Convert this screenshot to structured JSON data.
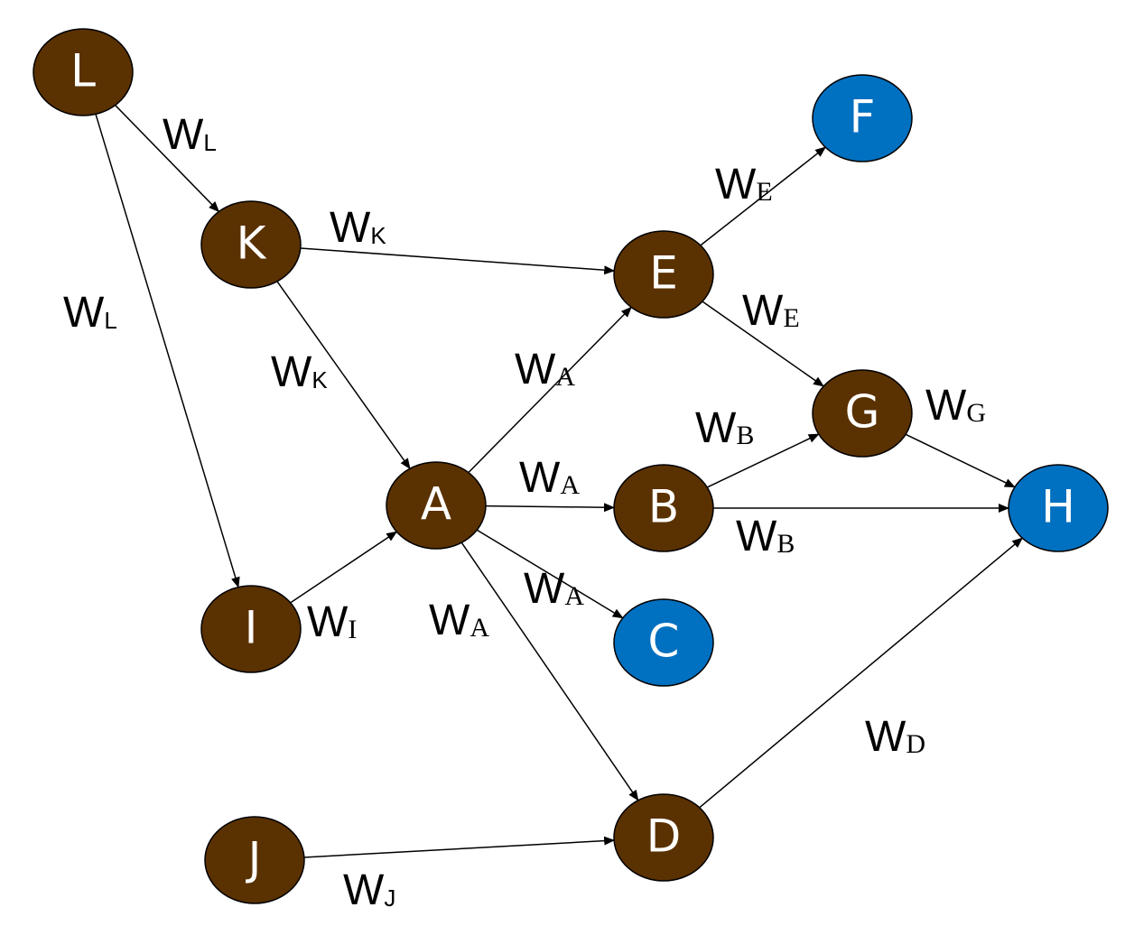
{
  "colors": {
    "internal_node": "#5a3100",
    "output_node": "#0070c0",
    "node_text": "#ffffff",
    "edge": "#000000"
  },
  "nodes": [
    {
      "id": "L",
      "label": "L",
      "kind": "internal"
    },
    {
      "id": "K",
      "label": "K",
      "kind": "internal"
    },
    {
      "id": "I",
      "label": "I",
      "kind": "internal"
    },
    {
      "id": "A",
      "label": "A",
      "kind": "internal"
    },
    {
      "id": "J",
      "label": "J",
      "kind": "internal"
    },
    {
      "id": "E",
      "label": "E",
      "kind": "internal"
    },
    {
      "id": "B",
      "label": "B",
      "kind": "internal"
    },
    {
      "id": "D",
      "label": "D",
      "kind": "internal"
    },
    {
      "id": "G",
      "label": "G",
      "kind": "internal"
    },
    {
      "id": "F",
      "label": "F",
      "kind": "output"
    },
    {
      "id": "C",
      "label": "C",
      "kind": "output"
    },
    {
      "id": "H",
      "label": "H",
      "kind": "output"
    }
  ],
  "edges": [
    {
      "from": "L",
      "to": "K",
      "w": "W",
      "sub": "L"
    },
    {
      "from": "L",
      "to": "I",
      "w": "W",
      "sub": "L"
    },
    {
      "from": "K",
      "to": "E",
      "w": "W",
      "sub": "K"
    },
    {
      "from": "K",
      "to": "A",
      "w": "W",
      "sub": "K"
    },
    {
      "from": "I",
      "to": "A",
      "w": "W",
      "sub": "I"
    },
    {
      "from": "A",
      "to": "E",
      "w": "W",
      "sub": "A"
    },
    {
      "from": "A",
      "to": "B",
      "w": "W",
      "sub": "A"
    },
    {
      "from": "A",
      "to": "C",
      "w": "W",
      "sub": "A"
    },
    {
      "from": "A",
      "to": "D",
      "w": "W",
      "sub": "A"
    },
    {
      "from": "E",
      "to": "F",
      "w": "W",
      "sub": "E"
    },
    {
      "from": "E",
      "to": "G",
      "w": "W",
      "sub": "E"
    },
    {
      "from": "B",
      "to": "G",
      "w": "W",
      "sub": "B"
    },
    {
      "from": "B",
      "to": "H",
      "w": "W",
      "sub": "B"
    },
    {
      "from": "G",
      "to": "H",
      "w": "W",
      "sub": "G"
    },
    {
      "from": "J",
      "to": "D",
      "w": "W",
      "sub": "J"
    },
    {
      "from": "D",
      "to": "H",
      "w": "W",
      "sub": "D"
    }
  ]
}
